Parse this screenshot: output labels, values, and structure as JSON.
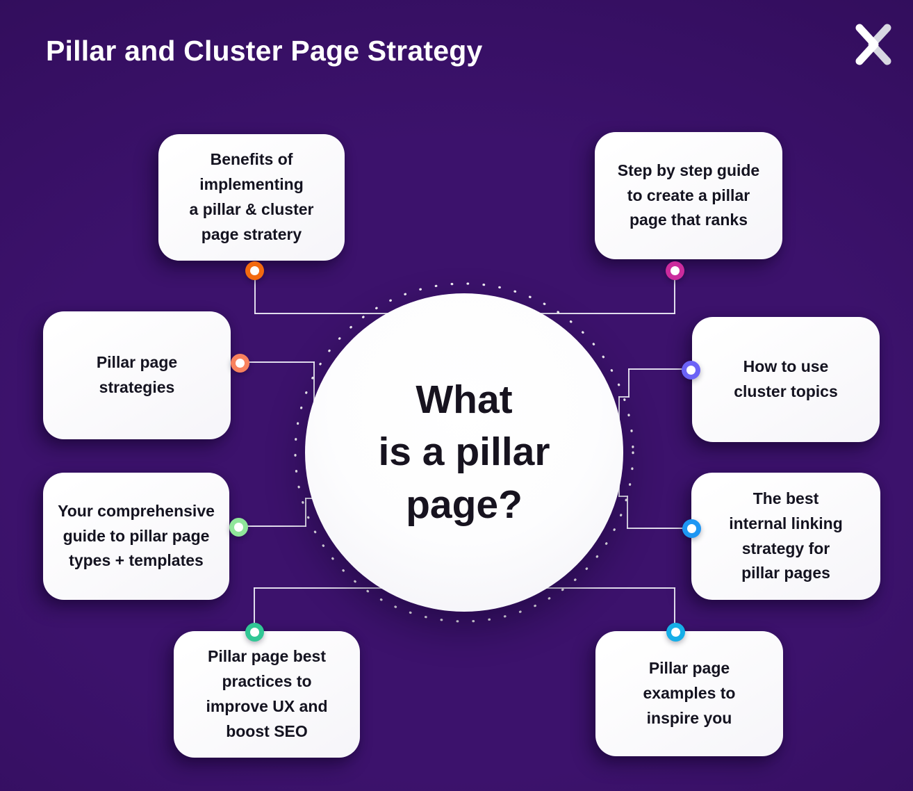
{
  "header": {
    "title": "Pillar and Cluster Page Strategy"
  },
  "center_circle": {
    "text": "What\nis a pillar\npage?"
  },
  "topics": [
    {
      "label": "Benefits of\nimplementing\na pillar & cluster\npage stratery",
      "dot_color": "#f36a10"
    },
    {
      "label": "Step by step guide\nto create a pillar\npage that ranks",
      "dot_color": "#cb2b9d"
    },
    {
      "label": "Pillar page\nstrategies",
      "dot_color": "#f8825e"
    },
    {
      "label": "How to use\ncluster topics",
      "dot_color": "#6b63f6"
    },
    {
      "label": "Your comprehensive\nguide to pillar page\ntypes + templates",
      "dot_color": "#90e69a"
    },
    {
      "label": "The best\ninternal linking\nstrategy for\npillar pages",
      "dot_color": "#1d96f3"
    },
    {
      "label": "Pillar page best\npractices to\nimprove UX and\nboost SEO",
      "dot_color": "#31c795"
    },
    {
      "label": "Pillar page\nexamples to\ninspire you",
      "dot_color": "#16aee8"
    }
  ],
  "colors": {
    "background_center": "#481a80",
    "background_edge": "#2b0a51",
    "card_background": "#ffffff",
    "text_dark": "#141320",
    "title_text": "#ffffff",
    "connector_line": "#f0eef8",
    "logo_white": "#ffffff",
    "logo_gray": "#d8d8e2"
  }
}
